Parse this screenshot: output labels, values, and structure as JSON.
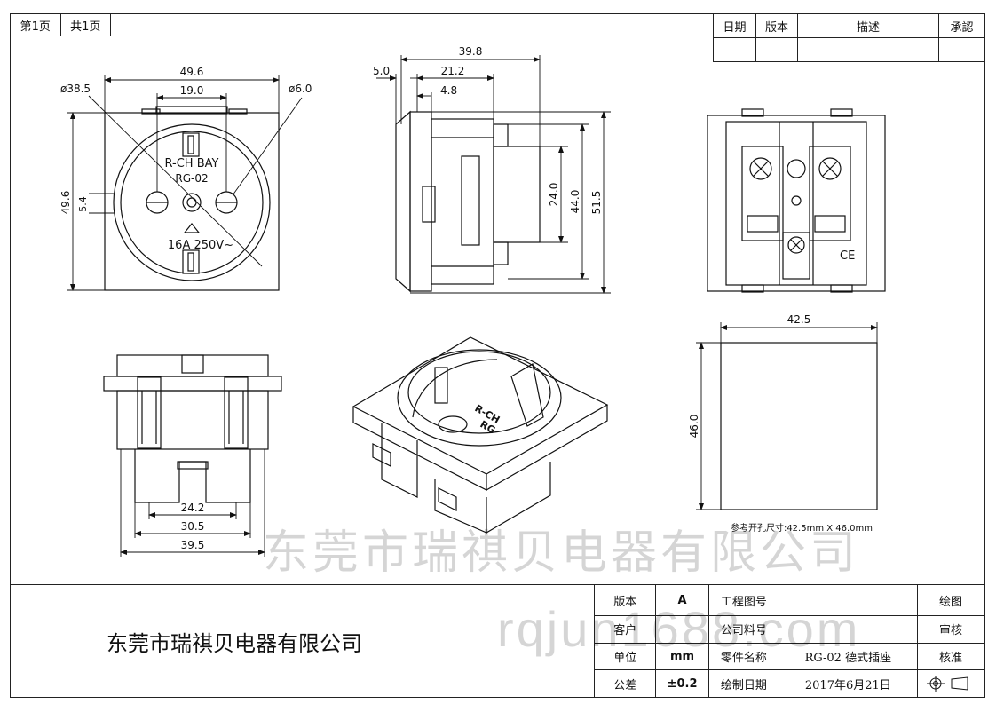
{
  "page_box": {
    "page": "第1页",
    "total": "共1页"
  },
  "revision_header": [
    "日期",
    "版本",
    "描述",
    "承認"
  ],
  "views": {
    "front": {
      "width_top": "49.6",
      "slot_spacing": "19.0",
      "circle_dia": "ø38.5",
      "hole_dia": "ø6.0",
      "height_left": "49.6",
      "small_dim": "5.4",
      "brand": "R-CH BAY",
      "model": "RG-02",
      "rating": "16A  250V~"
    },
    "side": {
      "overall": "39.8",
      "depth": "21.2",
      "flange": "5.0",
      "step": "4.8",
      "h1": "24.0",
      "h2": "44.0",
      "h3": "51.5"
    },
    "rear": {
      "mark": "CE"
    },
    "cutout": {
      "width": "42.5",
      "height": "46.0",
      "note": "参考开孔尺寸:42.5mm X 46.0mm"
    },
    "bottom": {
      "d1": "24.2",
      "d2": "30.5",
      "d3": "39.5"
    },
    "iso": {
      "text1": "R-CH",
      "text2": "RG"
    }
  },
  "watermark": {
    "main": "东莞市瑞祺贝电器有限公司",
    "site": "rqjun1688.com"
  },
  "title_block": {
    "company": "东莞市瑞祺贝电器有限公司",
    "rows": [
      {
        "l1": "版本",
        "v1": "A",
        "l2": "工程图号",
        "v2": "",
        "l3": "绘图",
        "v3": ""
      },
      {
        "l1": "客户",
        "v1": "—",
        "l2": "公司料号",
        "v2": "",
        "l3": "审核",
        "v3": ""
      },
      {
        "l1": "单位",
        "v1": "mm",
        "l2": "零件名称",
        "v2": "RG-02 德式插座",
        "l3": "核准",
        "v3": ""
      },
      {
        "l1": "公差",
        "v1": "±0.2",
        "l2": "绘制日期",
        "v2": "2017年6月21日",
        "l3": "",
        "v3": ""
      }
    ]
  }
}
